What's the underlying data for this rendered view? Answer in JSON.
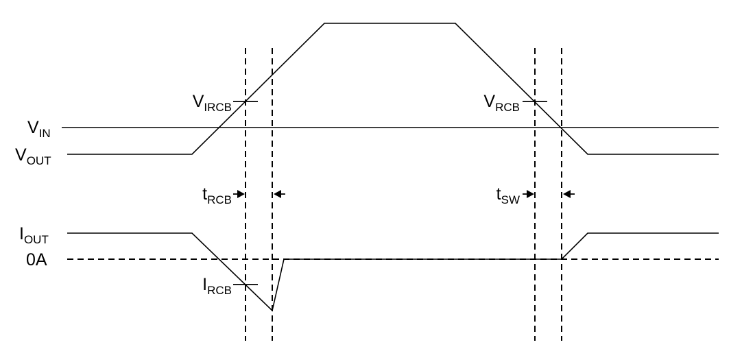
{
  "signals": {
    "vin": {
      "main": "V",
      "sub": "IN"
    },
    "vout": {
      "main": "V",
      "sub": "OUT"
    },
    "iout": {
      "main": "I",
      "sub": "OUT"
    },
    "zero_current": "0A"
  },
  "annotations": {
    "virch": {
      "main": "V",
      "sub": "IRCB"
    },
    "vrcb": {
      "main": "V",
      "sub": "RCB"
    },
    "ircb": {
      "main": "I",
      "sub": "RCB"
    },
    "trcb": {
      "main": "t",
      "sub": "RCB"
    },
    "tsw": {
      "main": "t",
      "sub": "SW"
    }
  }
}
